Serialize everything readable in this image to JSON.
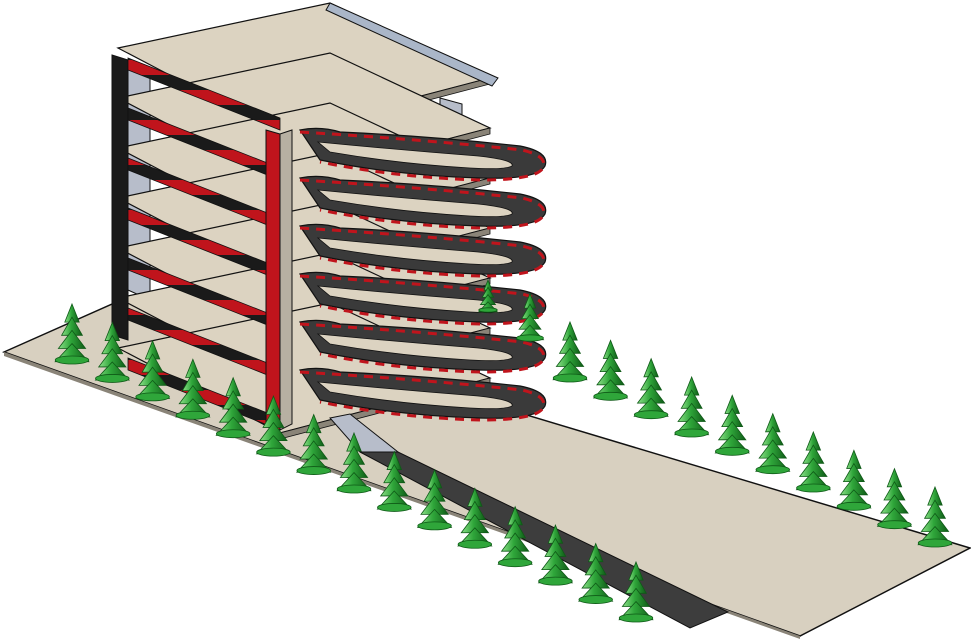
{
  "scene": {
    "subject": "parking-garage-3d-render",
    "floors": 6,
    "ramp_turns": 6,
    "trees_left_row": 15,
    "trees_right_row": 10
  },
  "colors": {
    "background": "#ffffff",
    "ground": "#d8d0c0",
    "slab": "#dcd3c1",
    "slab_edge": "#8a8478",
    "column": "#b7bdca",
    "roof_gutter": "#aab6c8",
    "stripe_red": "#c0141c",
    "stripe_black": "#1a1a1a",
    "ramp": "#3a3a3a",
    "road": "#3d3d3d",
    "tree": "#2fa63a",
    "tree_dark": "#0f5a17",
    "outline": "#111111"
  }
}
